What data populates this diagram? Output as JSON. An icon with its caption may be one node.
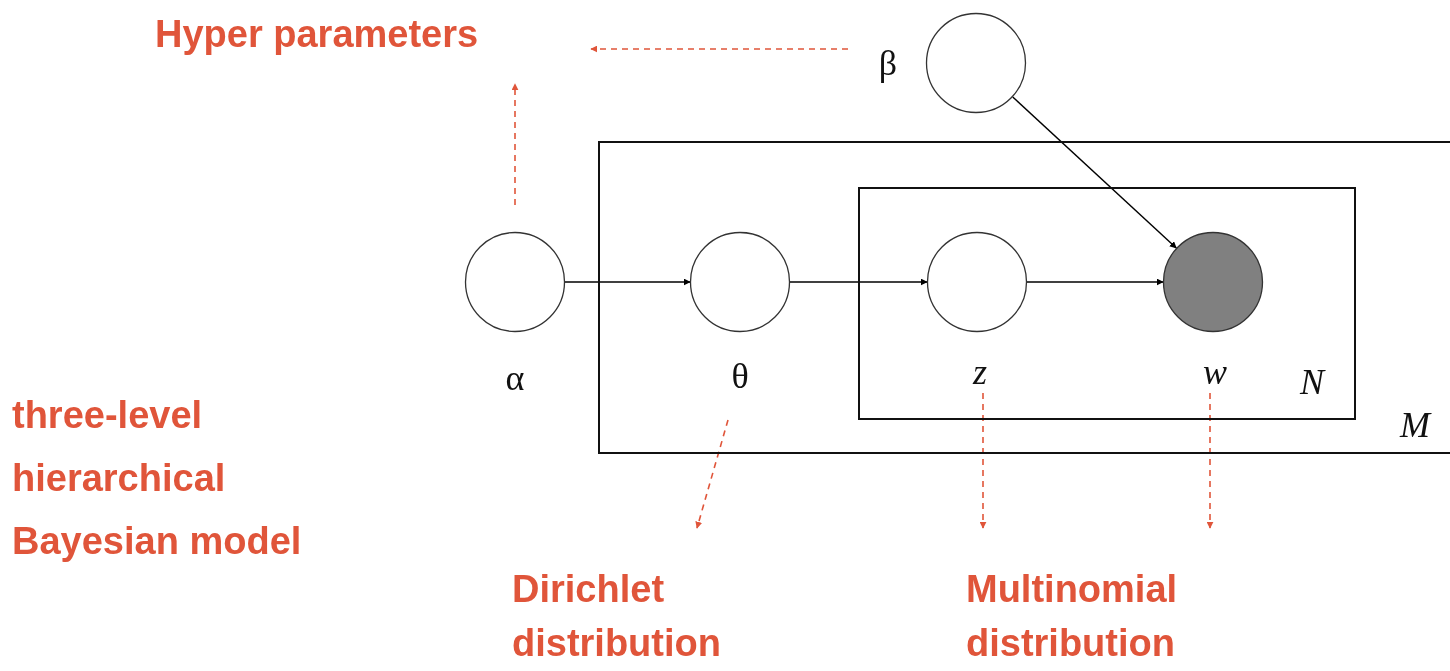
{
  "diagram": {
    "nodes": [
      {
        "text": [
          "M"
        ]
      },
      {
        "text": [
          "N"
        ],
        "in": 0
      },
      {
        "text": [
          "α"
        ]
      },
      {
        "text": [
          "β"
        ]
      },
      {
        "text": [
          "θ"
        ],
        "in": 0
      },
      {
        "text": [
          "z"
        ],
        "in": 1
      },
      {
        "text": [
          "w"
        ],
        "in": 1
      },
      {
        "text": [
          "Hyper parameters"
        ]
      },
      {
        "text": [
          "Dirichlet distribution"
        ]
      },
      {
        "text": [
          "Multinomial distribution"
        ]
      }
    ],
    "edges": [
      {
        "from": 2,
        "to": 4,
        "arrow": "to",
        "color": "#000000"
      },
      {
        "from": 4,
        "to": 5,
        "arrow": "to",
        "color": "#000000"
      },
      {
        "from": 5,
        "to": 6,
        "arrow": "to",
        "color": "#000000"
      },
      {
        "from": 3,
        "to": 6,
        "arrow": "to",
        "color": "#000000"
      },
      {
        "from": 2,
        "to": 7,
        "arrow": "to",
        "style": "dashed"
      },
      {
        "from": 3,
        "to": 7,
        "arrow": "to",
        "style": "dashed"
      },
      {
        "from": 4,
        "to": 8,
        "arrow": "to",
        "style": "dashed"
      },
      {
        "from": 5,
        "to": 9,
        "arrow": "to",
        "style": "dashed"
      },
      {
        "from": 6,
        "to": 9,
        "arrow": "to",
        "style": "dashed"
      }
    ],
    "labels": [
      "three-level hierarchical Bayesian model"
    ]
  }
}
